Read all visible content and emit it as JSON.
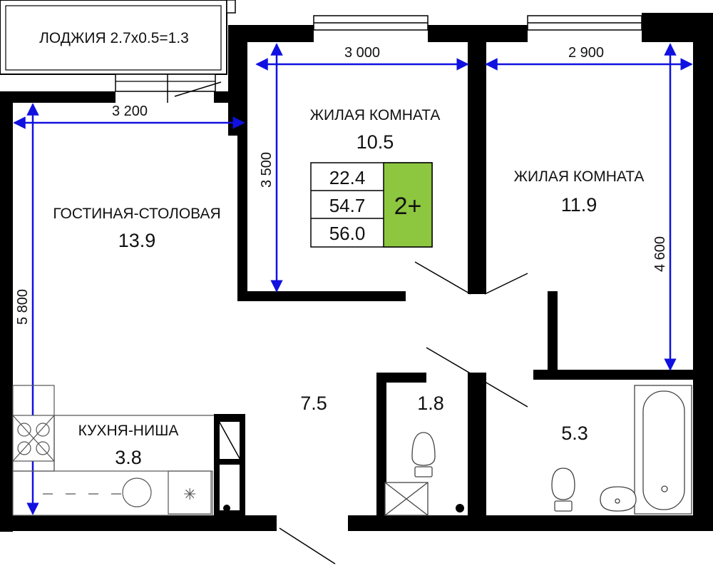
{
  "rooms": {
    "loggia": "ЛОДЖИЯ 2.7x0.5=1.3",
    "bedroom1_name": "ЖИЛАЯ КОМНАТА",
    "bedroom1_area": "10.5",
    "bedroom2_name": "ЖИЛАЯ КОМНАТА",
    "bedroom2_area": "11.9",
    "living_name": "ГОСТИНАЯ-СТОЛОВАЯ",
    "living_area": "13.9",
    "kitchen_name": "КУХНЯ-НИША",
    "kitchen_area": "3.8",
    "hall_area": "7.5",
    "wc_area": "1.8",
    "bath_area": "5.3"
  },
  "dimensions": {
    "bedroom1_width": "3 000",
    "bedroom1_depth": "3 500",
    "bedroom2_width": "2 900",
    "bedroom2_depth": "4 600",
    "living_width": "3 200",
    "living_depth": "5 800"
  },
  "summary": {
    "living_area": "22.4",
    "total_area": "54.7",
    "total_with_loggia": "56.0",
    "room_count": "2+"
  },
  "colors": {
    "wall": "#000000",
    "dimension_line": "#1010e0",
    "badge_fill": "#8dc63f"
  }
}
